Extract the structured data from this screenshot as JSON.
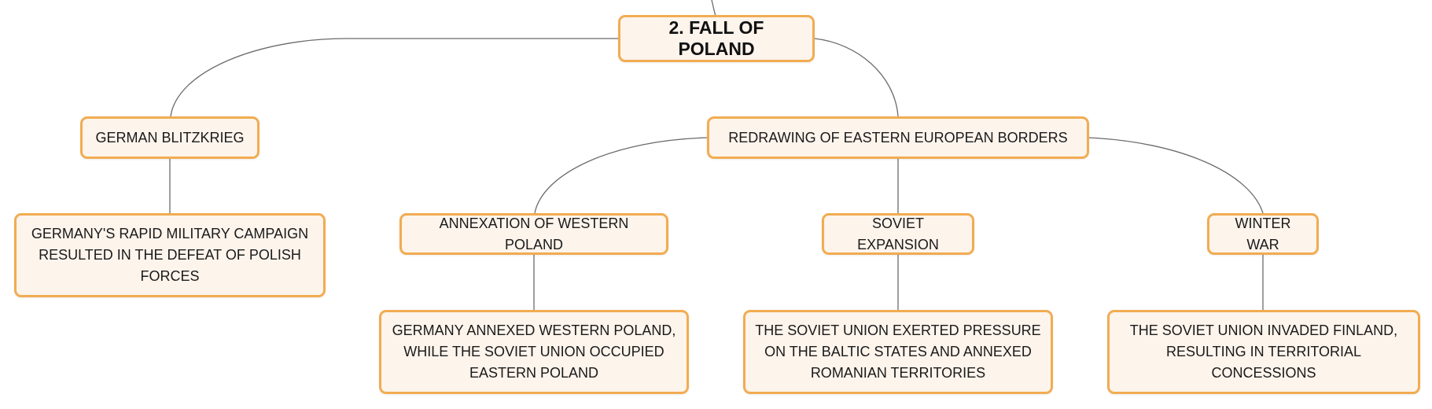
{
  "colors": {
    "node_fill": "#fdf4ec",
    "node_border": "#f2ac52",
    "edge": "#6b6b6b",
    "text": "#1a1a1a"
  },
  "nodes": {
    "root": "2. FALL OF POLAND",
    "blitzkrieg": "GERMAN BLITZKRIEG",
    "blitzkrieg_detail": "GERMANY'S RAPID MILITARY CAMPAIGN RESULTED IN THE DEFEAT OF POLISH FORCES",
    "borders": "REDRAWING OF EASTERN EUROPEAN BORDERS",
    "annexation": "ANNEXATION OF WESTERN POLAND",
    "annexation_detail": "GERMANY ANNEXED WESTERN POLAND, WHILE THE SOVIET UNION OCCUPIED EASTERN POLAND",
    "soviet": "SOVIET EXPANSION",
    "soviet_detail": "THE SOVIET UNION EXERTED PRESSURE ON THE BALTIC STATES AND ANNEXED ROMANIAN TERRITORIES",
    "winter": "WINTER WAR",
    "winter_detail": "THE SOVIET UNION INVADED FINLAND, RESULTING IN TERRITORIAL CONCESSIONS"
  }
}
